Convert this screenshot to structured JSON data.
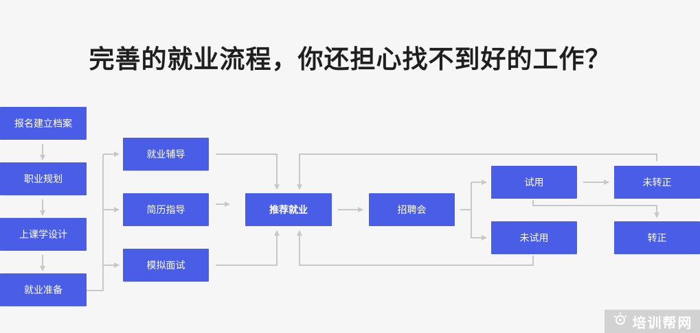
{
  "title": "完善的就业流程，你还担心找不到好的工作？",
  "steps": {
    "signup": "报名建立档案",
    "career_plan": "职业规划",
    "course_design": "上课学设计",
    "job_prep": "就业准备",
    "job_coaching": "就业辅导",
    "resume_guide": "简历指导",
    "mock_interview": "模拟面试",
    "recommend": "推荐就业",
    "job_fair": "招聘会",
    "probation": "试用",
    "no_probation": "未试用",
    "not_regular": "未转正",
    "regular": "转正"
  },
  "watermark": "培训帮网",
  "colors": {
    "box": "#4a5de6",
    "arrow": "#c8c8c8",
    "title": "#1f1f1f",
    "background": "#f6f6f6"
  }
}
